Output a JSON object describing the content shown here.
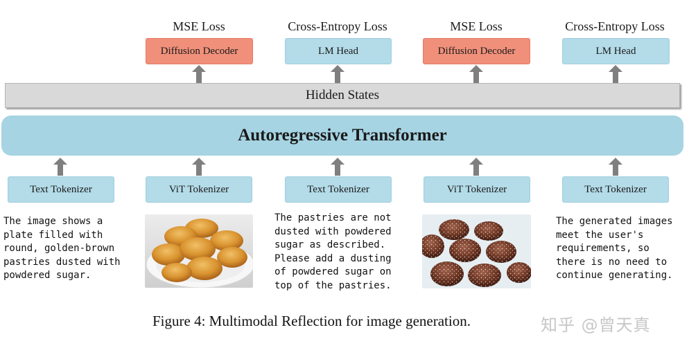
{
  "top": {
    "losses": [
      "MSE Loss",
      "Cross-Entropy Loss",
      "MSE Loss",
      "Cross-Entropy Loss"
    ],
    "heads": [
      "Diffusion Decoder",
      "LM Head",
      "Diffusion Decoder",
      "LM Head"
    ]
  },
  "hidden_states": "Hidden States",
  "transformer": "Autoregressive Transformer",
  "tokenizers": [
    "Text Tokenizer",
    "ViT Tokenizer",
    "Text Tokenizer",
    "ViT Tokenizer",
    "Text Tokenizer"
  ],
  "texts": {
    "t1": "The image shows a\nplate filled with\nround, golden-brown\npastries dusted with\npowdered sugar.",
    "t3": "The pastries are not\ndusted with powdered\nsugar as described.\nPlease add a dusting\nof powdered sugar on\ntop of the pastries.",
    "t5": "The generated images\nmeet the user's\nrequirements, so\nthere is no need to\ncontinue generating."
  },
  "caption": "Figure 4: Multimodal Reflection for image generation.",
  "watermark": "知乎 @曾天真",
  "colors": {
    "decoder": "#f0907b",
    "head": "#b3dbe8",
    "transformer": "#a6d4e3",
    "hidden": "#d9d9d9",
    "arrow": "#7f7f7f"
  }
}
